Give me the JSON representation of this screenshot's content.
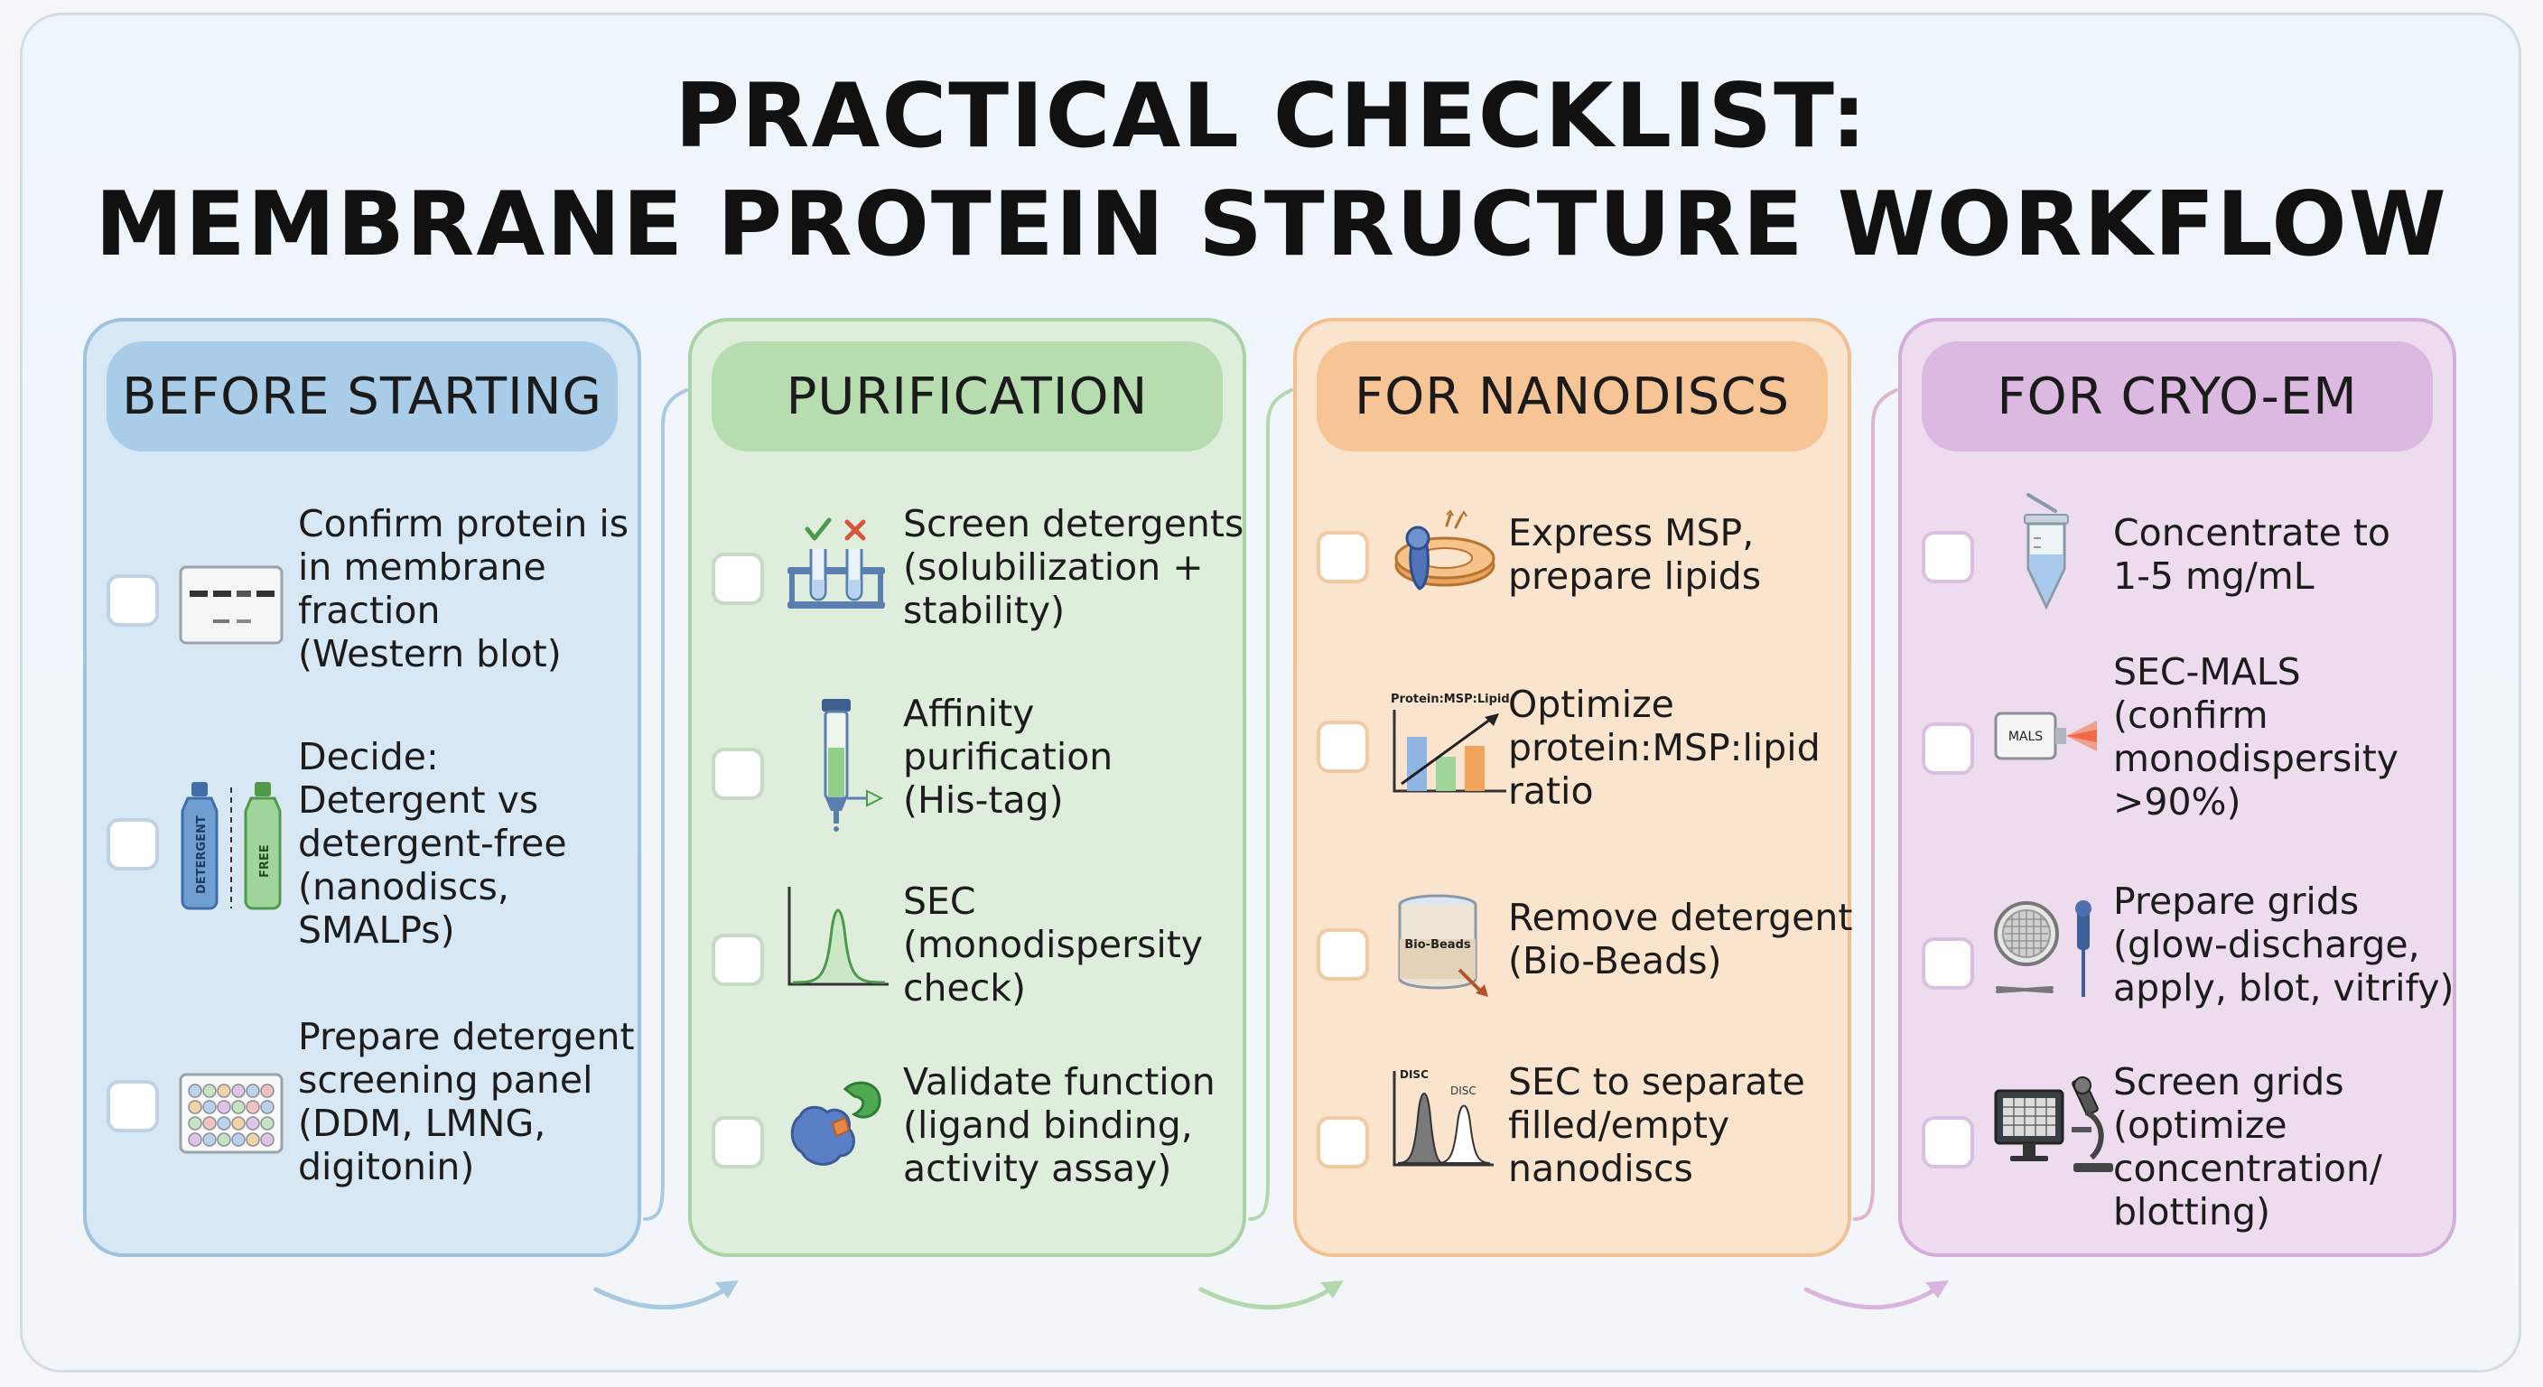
{
  "title": {
    "line1": "PRACTICAL CHECKLIST:",
    "line2": "MEMBRANE PROTEIN STRUCTURE WORKFLOW"
  },
  "columns": [
    {
      "header": "BEFORE STARTING",
      "items": [
        {
          "lines": [
            "Confirm protein is",
            "in membrane",
            "fraction",
            "(Western blot)"
          ]
        },
        {
          "lines": [
            "Decide:",
            "Detergent vs",
            "detergent-free",
            "(nanodiscs,",
            "SMALPs)"
          ],
          "icon_labels": [
            "DETERGENT",
            "FREE"
          ]
        },
        {
          "lines": [
            "Prepare detergent",
            "screening panel",
            "(DDM, LMNG,",
            "digitonin)"
          ]
        }
      ]
    },
    {
      "header": "PURIFICATION",
      "items": [
        {
          "lines": [
            "Screen detergents",
            "(solubilization +",
            "stability)"
          ]
        },
        {
          "lines": [
            "Affinity",
            "purification",
            "(His-tag)"
          ]
        },
        {
          "lines": [
            "SEC",
            "(monodispersity",
            "check)"
          ]
        },
        {
          "lines": [
            "Validate function",
            "(ligand binding,",
            "activity assay)"
          ]
        }
      ]
    },
    {
      "header": "FOR NANODISCS",
      "items": [
        {
          "lines": [
            "Express MSP,",
            "prepare lipids"
          ]
        },
        {
          "lines": [
            "Optimize",
            "protein:MSP:lipid",
            "ratio"
          ],
          "icon_labels": [
            "Protein:MSP:Lipid"
          ]
        },
        {
          "lines": [
            "Remove detergent",
            "(Bio-Beads)"
          ],
          "icon_labels": [
            "Bio-Beads"
          ]
        },
        {
          "lines": [
            "SEC to separate",
            "filled/empty",
            "nanodiscs"
          ],
          "icon_labels": [
            "DISC",
            "DISC"
          ]
        }
      ]
    },
    {
      "header": "FOR CRYO-EM",
      "items": [
        {
          "lines": [
            "Concentrate to",
            "1-5 mg/mL"
          ]
        },
        {
          "lines": [
            "SEC-MALS",
            "(confirm",
            "monodispersity",
            ">90%)"
          ],
          "icon_labels": [
            "MALS"
          ]
        },
        {
          "lines": [
            "Prepare grids",
            "(glow-discharge,",
            "apply, blot, vitrify)"
          ]
        },
        {
          "lines": [
            "Screen grids",
            "(optimize",
            "concentration/",
            "blotting)"
          ]
        }
      ]
    }
  ],
  "colors": {
    "blue": "#a9cde8",
    "green": "#b6dcb0",
    "orange": "#f7c496",
    "purple": "#dbb9e0"
  }
}
